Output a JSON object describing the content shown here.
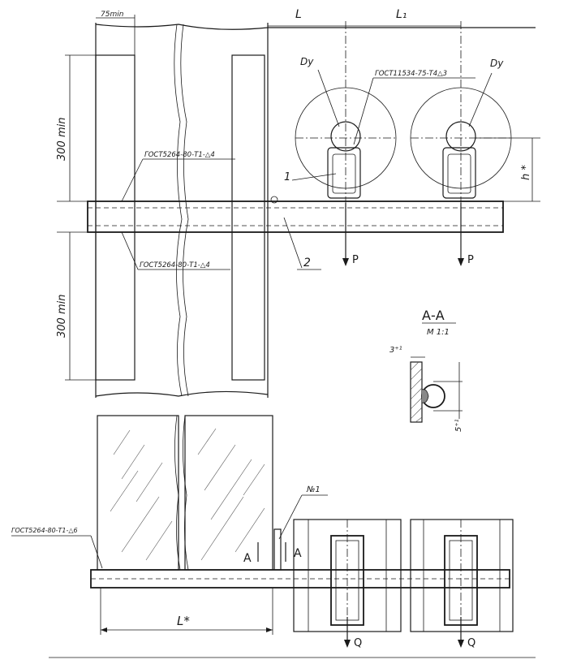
{
  "dims": {
    "width_min": "75min",
    "height_min_top": "300 min",
    "height_min_bottom": "300 min",
    "l": "L",
    "l1": "L₁",
    "h": "h *",
    "l_star": "L*"
  },
  "callouts": {
    "weld_top": "ГОСТ5264-80-Т1-△4",
    "weld_middle": "ГОСТ5264-80-Т1-△4",
    "weld_pipe": "ГОСТ11534-75-Т4△3",
    "weld_bottom": "ГОСТ5264-80-Т1-△6",
    "dy_1": "Dу",
    "dy_2": "Dу",
    "item_1": "1",
    "item_2": "2",
    "item_n1": "№1"
  },
  "loads": {
    "p1": "P",
    "p2": "P",
    "q1": "Q",
    "q2": "Q"
  },
  "section": {
    "title": "А-А",
    "scale": "М 1:1",
    "dim_top": "3⁺¹",
    "dim_side": "5⁺¹",
    "marker_left": "A",
    "marker_right": "A"
  }
}
